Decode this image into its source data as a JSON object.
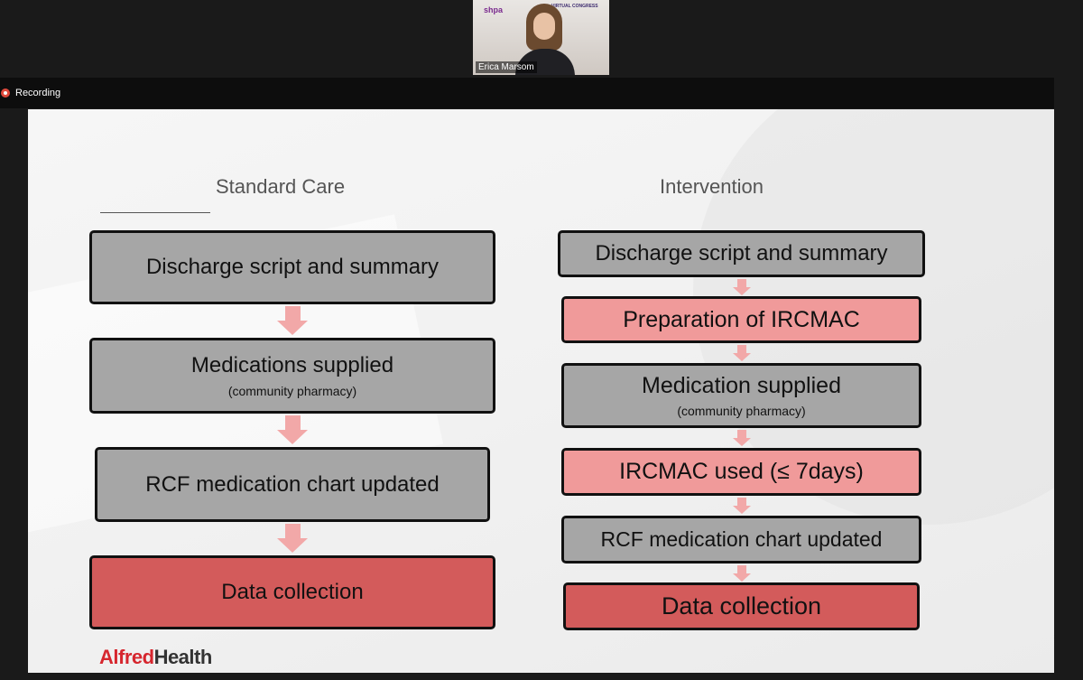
{
  "meeting": {
    "speaker_name": "Erica Marsom",
    "thumb_logo_left": "shpa",
    "thumb_logo_right": "VIRTUAL CONGRESS",
    "recording_label": "Recording"
  },
  "slide": {
    "standard_title": "Standard Care",
    "intervention_title": "Intervention",
    "standard_steps": [
      {
        "label": "Discharge script and summary",
        "sub": ""
      },
      {
        "label": "Medications supplied",
        "sub": "(community pharmacy)"
      },
      {
        "label": "RCF medication chart updated",
        "sub": ""
      },
      {
        "label": "Data collection",
        "sub": ""
      }
    ],
    "intervention_steps": [
      {
        "label": "Discharge script and summary",
        "sub": ""
      },
      {
        "label": "Preparation of IRCMAC",
        "sub": ""
      },
      {
        "label": "Medication supplied",
        "sub": "(community pharmacy)"
      },
      {
        "label": "IRCMAC used (≤ 7days)",
        "sub": ""
      },
      {
        "label": "RCF medication chart updated",
        "sub": ""
      },
      {
        "label": "Data collection",
        "sub": ""
      }
    ],
    "brand_part1": "Alfred",
    "brand_part2": "Health"
  },
  "colors": {
    "gray_box": "#a6a6a6",
    "pink_box": "#f09a9a",
    "red_box": "#d35b5b",
    "arrow": "#f2a8a8",
    "brand_red": "#d6262e",
    "recording_dot": "#e04a3c"
  }
}
